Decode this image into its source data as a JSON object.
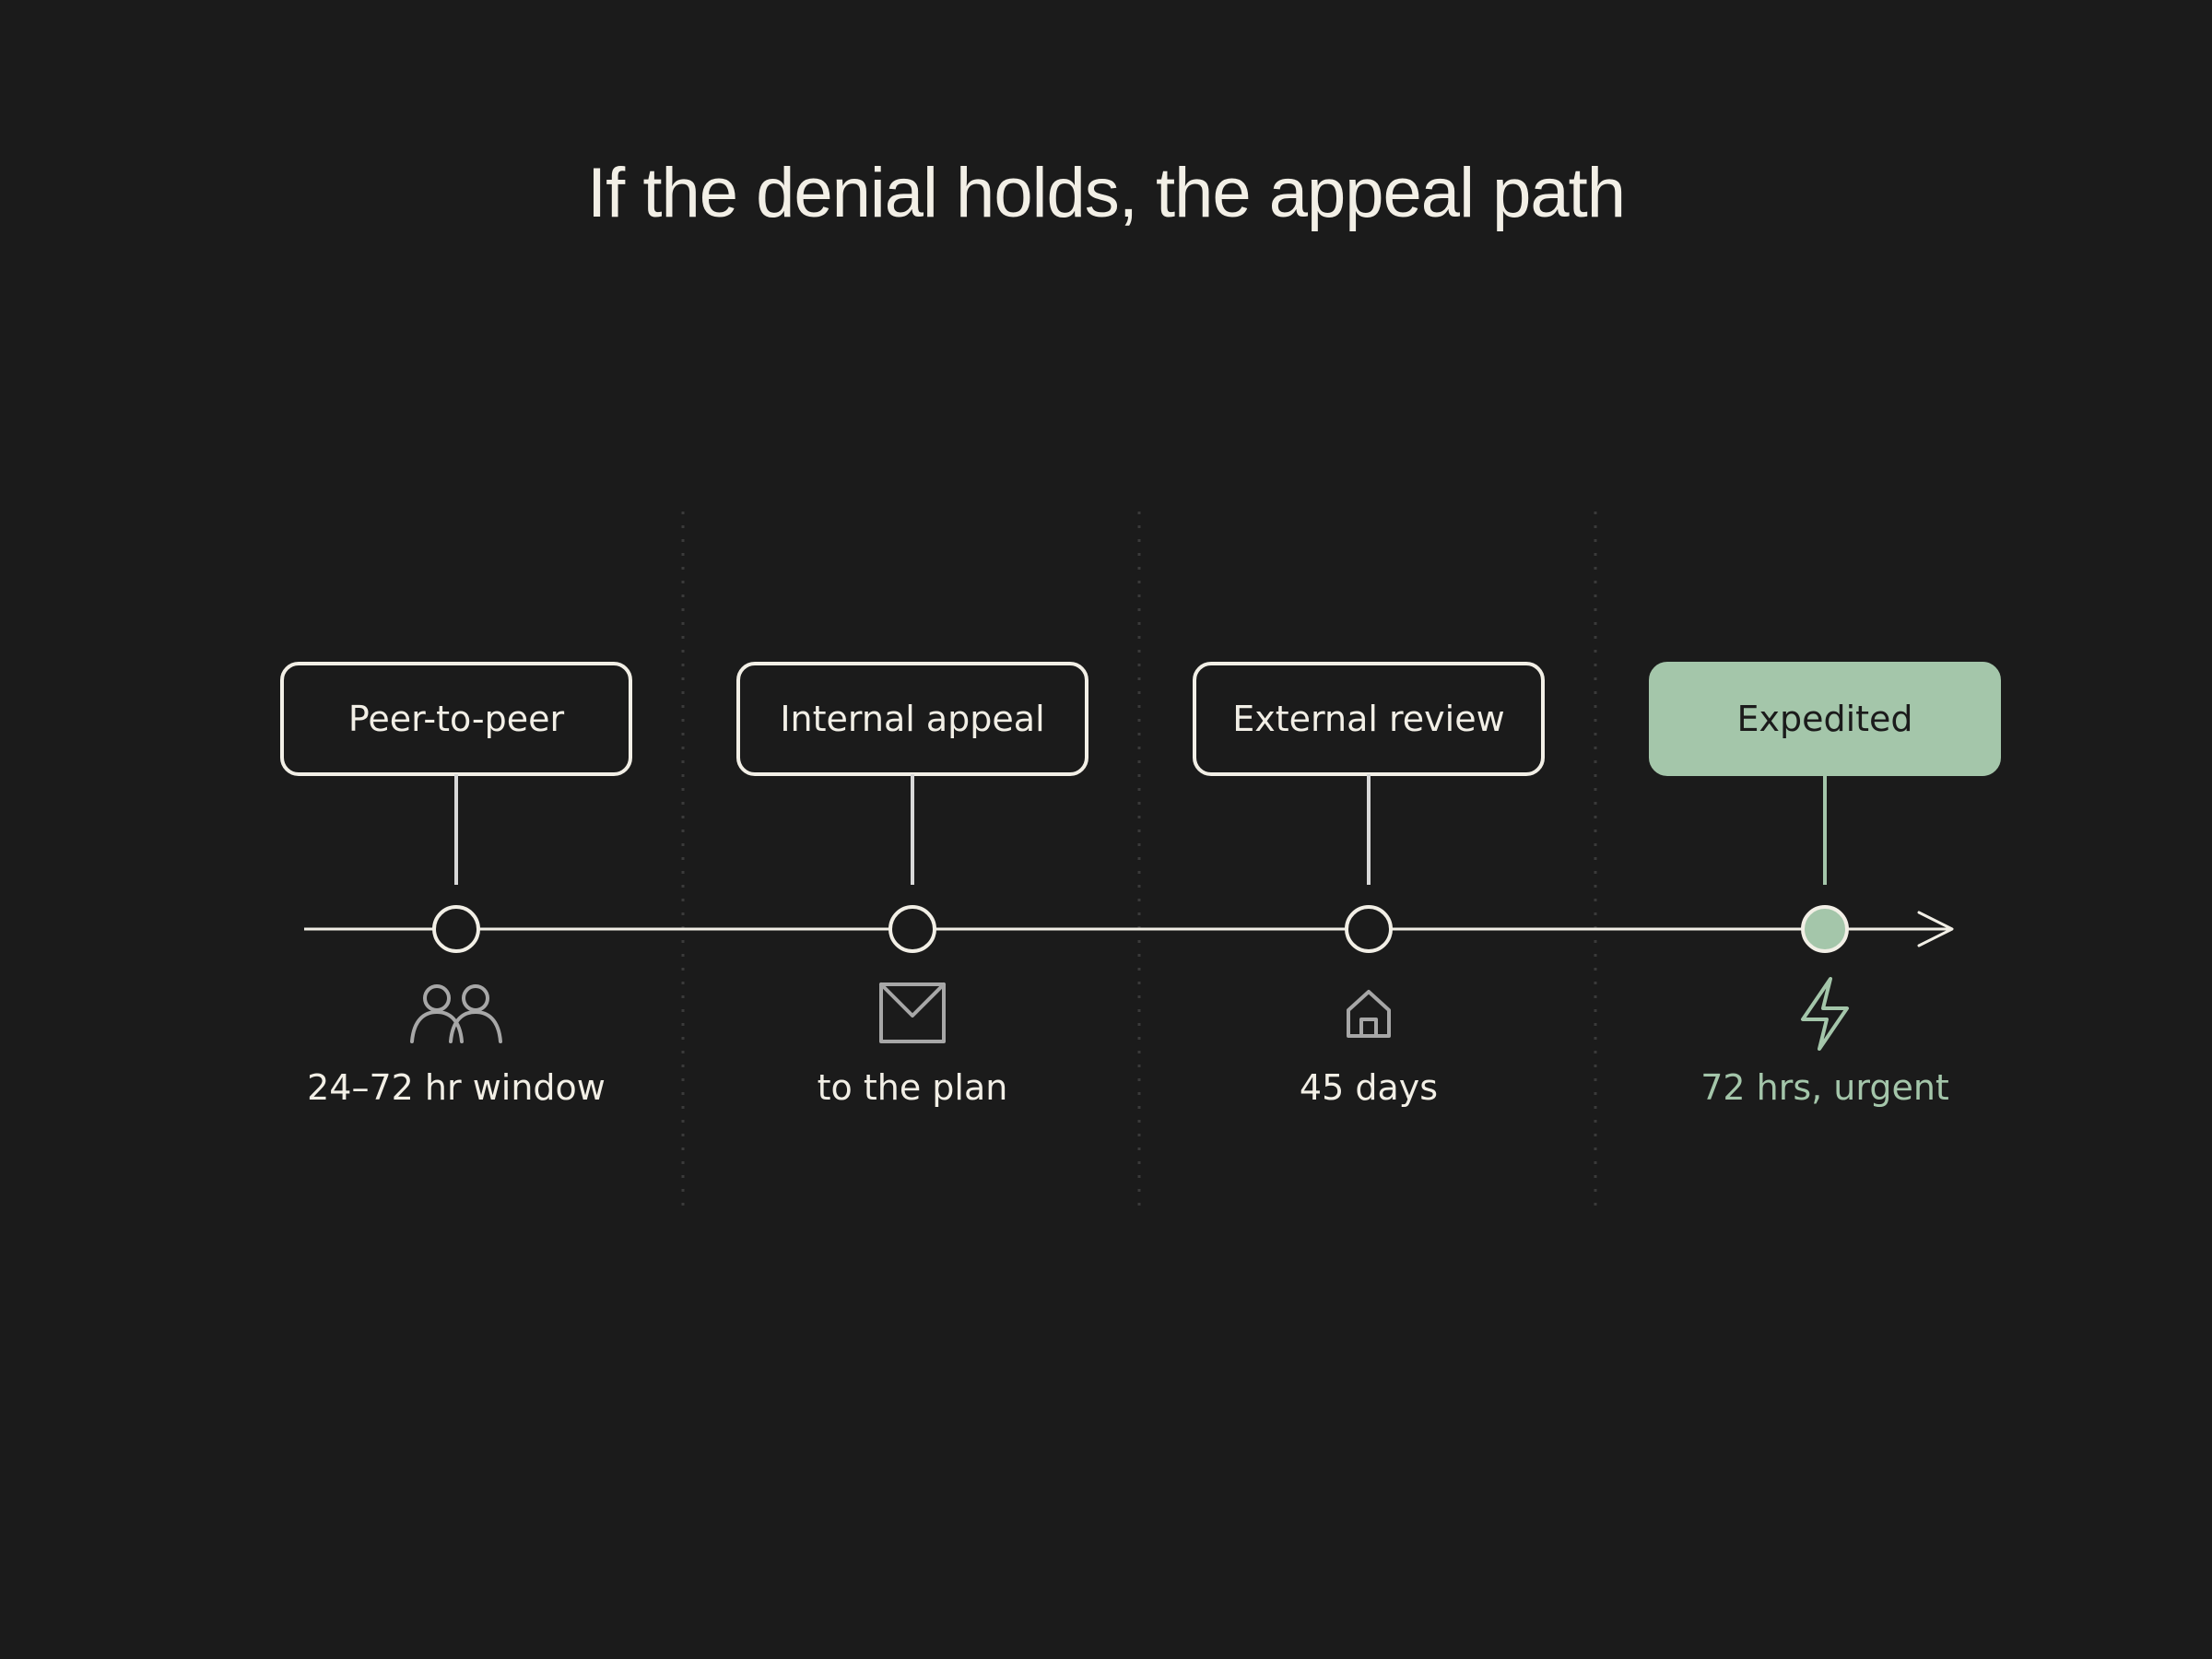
{
  "title": "If the denial holds, the appeal path",
  "colors": {
    "background": "#1b1b1b",
    "foreground": "#f2efe6",
    "muted": "#a7a7a7",
    "accent": "#a4c6aa",
    "accent_text": "#1b1b1b"
  },
  "steps": [
    {
      "label": "Peer-to-peer",
      "caption": "24–72 hr window",
      "icon": "people-icon",
      "highlighted": false
    },
    {
      "label": "Internal appeal",
      "caption": "to the plan",
      "icon": "envelope-icon",
      "highlighted": false
    },
    {
      "label": "External review",
      "caption": "45 days",
      "icon": "house-icon",
      "highlighted": false
    },
    {
      "label": "Expedited",
      "caption": "72 hrs, urgent",
      "icon": "lightning-icon",
      "highlighted": true
    }
  ]
}
